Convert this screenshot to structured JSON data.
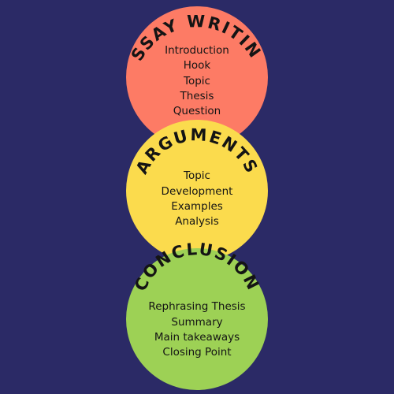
{
  "colors": {
    "background": "#2b2a66",
    "essay": "#fd7b65",
    "arguments": "#fbdb4d",
    "conclusion": "#9dd155",
    "text": "#141414"
  },
  "sections": [
    {
      "title": "ESSAY WRITING",
      "items": [
        "Introduction",
        "Hook",
        "Topic",
        "Thesis",
        "Question"
      ]
    },
    {
      "title": "ARGUMENTS",
      "items": [
        "Topic",
        "Development",
        "Examples",
        "Analysis"
      ]
    },
    {
      "title": "CONCLUSION",
      "items": [
        "Rephrasing Thesis",
        "Summary",
        "Main takeaways",
        "Closing Point"
      ]
    }
  ]
}
